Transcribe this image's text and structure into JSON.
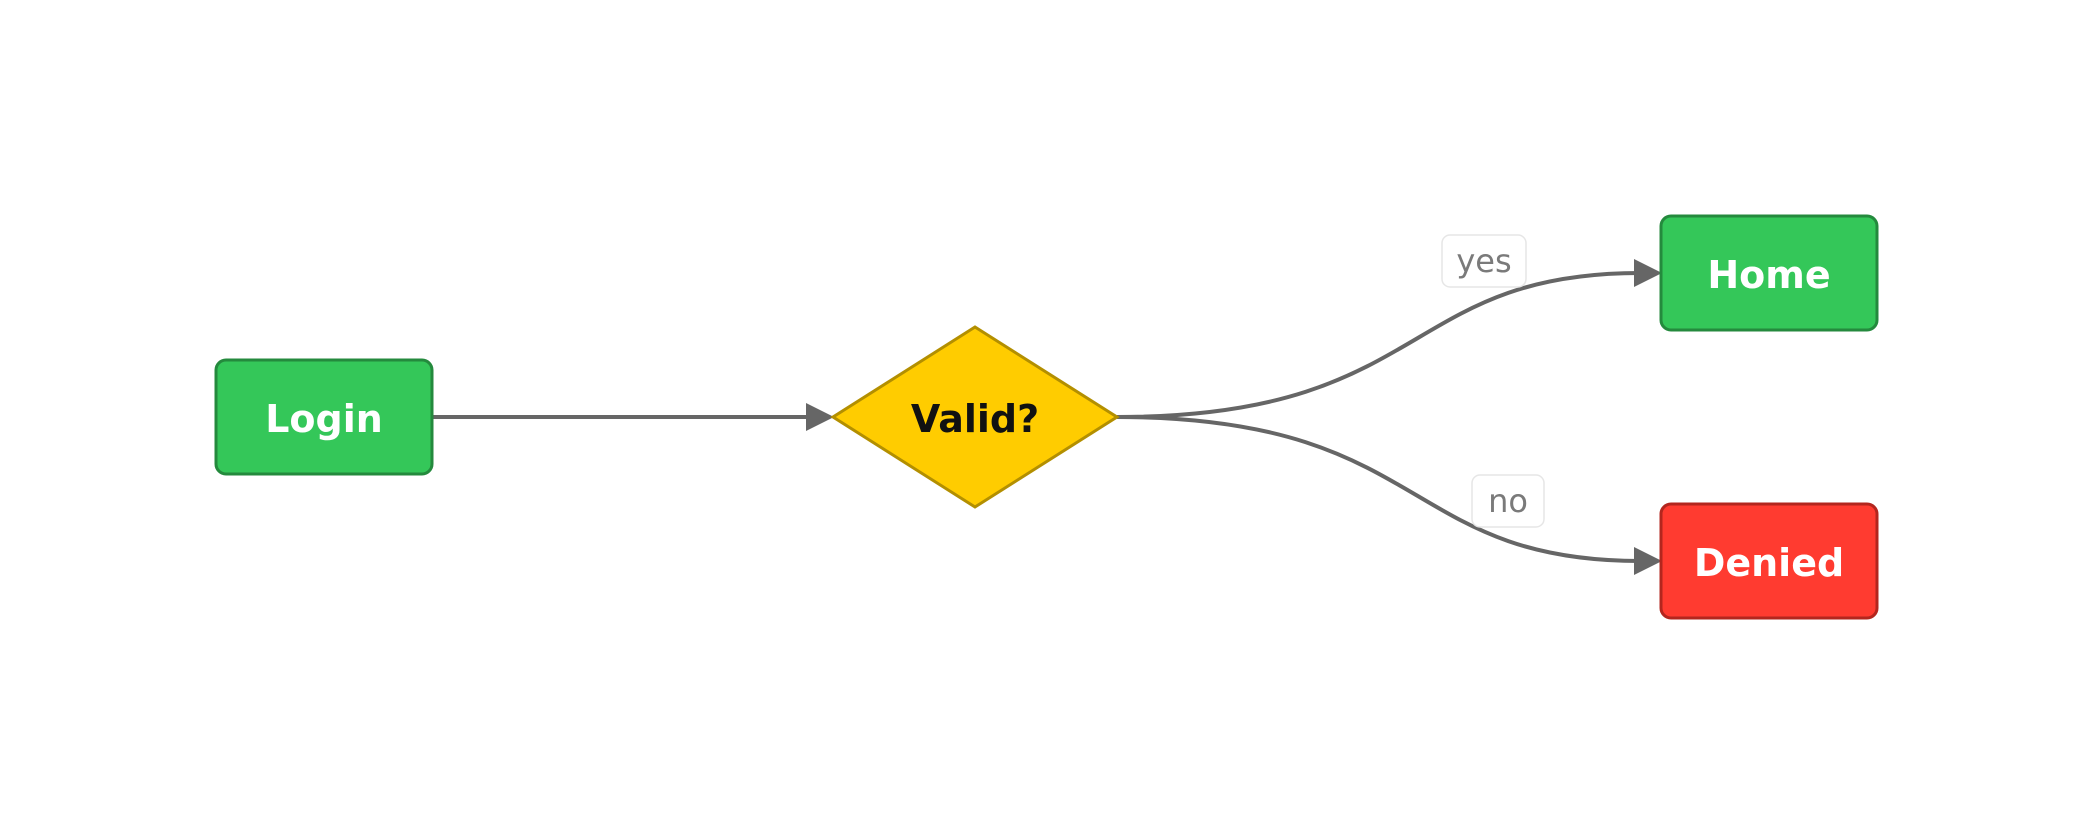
{
  "diagram": {
    "type": "flowchart",
    "colors": {
      "process_fill": "#34c759",
      "process_stroke": "#248a3d",
      "decision_fill": "#ffcc00",
      "decision_stroke": "#b38f00",
      "terminal_fail_fill": "#ff3b30",
      "terminal_fail_stroke": "#b3261e",
      "edge": "#666666",
      "label_light": "#ffffff",
      "label_dark": "#111111"
    },
    "nodes": [
      {
        "id": "login",
        "label": "Login",
        "shape": "rect"
      },
      {
        "id": "valid",
        "label": "Valid?",
        "shape": "diamond"
      },
      {
        "id": "home",
        "label": "Home",
        "shape": "rect"
      },
      {
        "id": "denied",
        "label": "Denied",
        "shape": "rect"
      }
    ],
    "edges": [
      {
        "from": "login",
        "to": "valid",
        "label": ""
      },
      {
        "from": "valid",
        "to": "home",
        "label": "yes"
      },
      {
        "from": "valid",
        "to": "denied",
        "label": "no"
      }
    ]
  }
}
